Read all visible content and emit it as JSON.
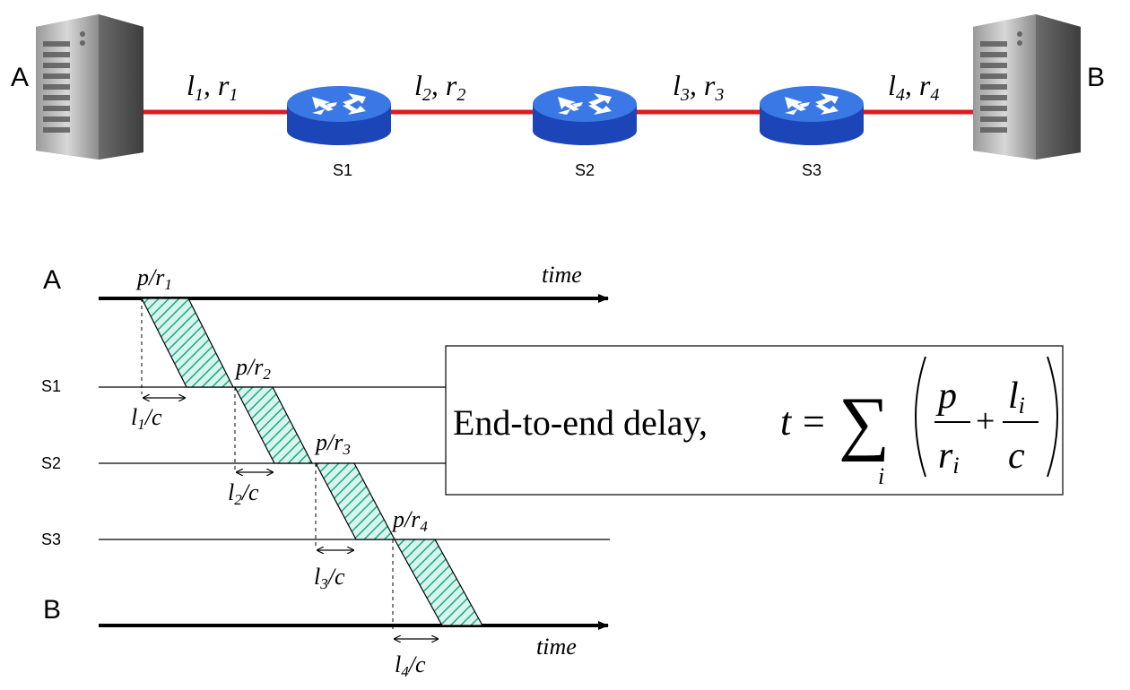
{
  "topology": {
    "host_a": "A",
    "host_b": "B",
    "links": [
      {
        "l": "l",
        "sub": "1",
        "sep": ", ",
        "r": "r",
        "rsub": "1"
      },
      {
        "l": "l",
        "sub": "2",
        "sep": ", ",
        "r": "r",
        "rsub": "2"
      },
      {
        "l": "l",
        "sub": "3",
        "sep": ", ",
        "r": "r",
        "rsub": "3"
      },
      {
        "l": "l",
        "sub": "4",
        "sep": ", ",
        "r": "r",
        "rsub": "4"
      }
    ],
    "switches": [
      "S1",
      "S2",
      "S3"
    ]
  },
  "timing": {
    "rows": [
      "A",
      "S1",
      "S2",
      "S3",
      "B"
    ],
    "time_label": "time",
    "tx_labels": [
      {
        "p": "p/r",
        "sub": "1"
      },
      {
        "p": "p/r",
        "sub": "2"
      },
      {
        "p": "p/r",
        "sub": "3"
      },
      {
        "p": "p/r",
        "sub": "4"
      }
    ],
    "prop_labels": [
      {
        "l": "l",
        "sub": "1",
        "rest": "/c"
      },
      {
        "l": "l",
        "sub": "2",
        "rest": "/c"
      },
      {
        "l": "l",
        "sub": "3",
        "rest": "/c"
      },
      {
        "l": "l",
        "sub": "4",
        "rest": "/c"
      }
    ]
  },
  "formula": {
    "caption": "End-to-end delay,",
    "t": "t",
    "eq": "=",
    "sum": "∑",
    "index": "i",
    "p": "p",
    "r": "r",
    "rsub": "i",
    "plus": "+",
    "l": "l",
    "lsub": "i",
    "c": "c"
  },
  "colors": {
    "link": "#e0191f",
    "router_top": "#3a78e6",
    "router_side": "#1c46b8",
    "hatch": "#1aa88a",
    "hatch_fill": "#d8f5ec"
  }
}
